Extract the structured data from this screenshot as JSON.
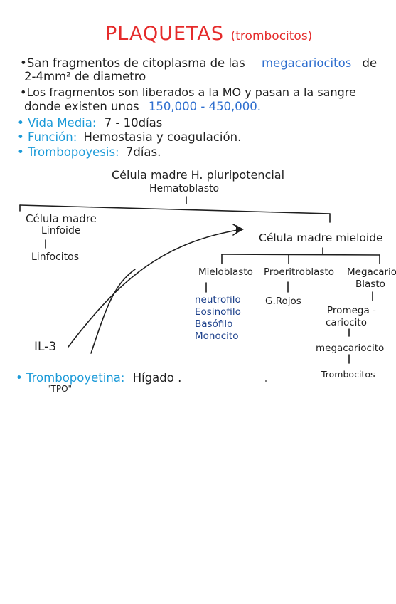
{
  "title": {
    "main": "PLAQUETAS",
    "sub": "(trombocitos)"
  },
  "lines": {
    "l1_a": "•San fragmentos de citoplasma de las",
    "l1_b": "megacariocitos",
    "l1_c": "de",
    "l2": "2-4mm² de diametro",
    "l3": "•Los fragmentos son liberados a la MO y pasan a la sangre",
    "l4_a": "donde existen unos",
    "l4_b": "150,000 - 450,000.",
    "l5_a": "• Vida Media:",
    "l5_b": "7 - 10días",
    "l6_a": "• Función:",
    "l6_b": "Hemostasia y coagulación.",
    "l7_a": "• Trombopoyesis:",
    "l7_b": "7días."
  },
  "tree": {
    "root_1": "Célula madre H. pluripotencial",
    "root_2": "Hematoblasto",
    "linfoide_1": "Célula madre",
    "linfoide_2": "Linfoide",
    "linfocitos": "Linfocitos",
    "mieloide": "Célula madre mieloide",
    "mieloblasto": "Mieloblasto",
    "proeritroblasto": "Proeritroblasto",
    "megacarioblasto_1": "Megacario-",
    "megacarioblasto_2": "Blasto",
    "granulocitos": [
      "neutrofilo",
      "Eosinofilo",
      "Basófilo",
      "Monocito"
    ],
    "globulos_rojos": "G.Rojos",
    "promegacariocito_1": "Promega -",
    "promegacariocito_2": "cariocito",
    "megacariocito": "megacariocito",
    "trombocitos": "Trombocitos",
    "il3": "IL-3"
  },
  "tpo": {
    "a": "• Trombopoyetina:",
    "b": "Hígado .",
    "abbr": "\"TPO\""
  },
  "colors": {
    "title": "#e52b2b",
    "ink": "#1e1e1e",
    "blue": "#2f6fcf",
    "cyan": "#1b9ad8",
    "navy": "#1b3f8a"
  }
}
